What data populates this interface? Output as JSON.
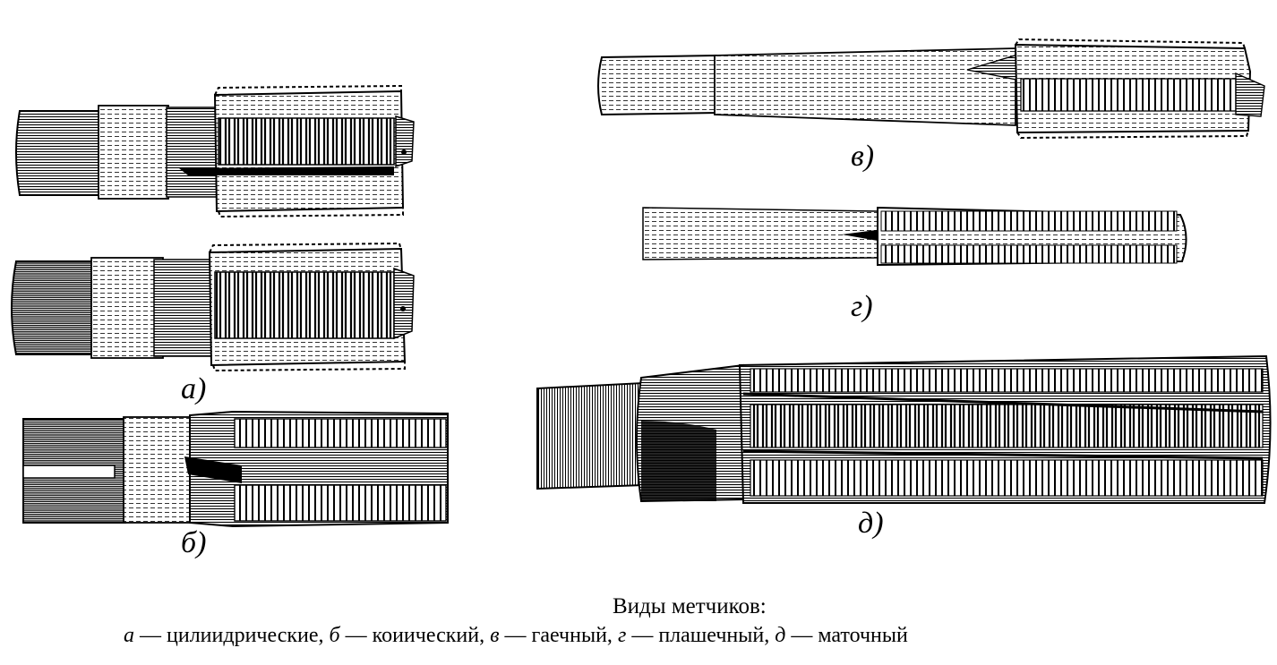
{
  "figure": {
    "labels": {
      "a": "а)",
      "b": "б)",
      "v": "в)",
      "g": "г)",
      "d": "д)"
    },
    "icons": [
      "tap-a-upper",
      "tap-a-lower",
      "tap-b-conical",
      "tap-v-nut",
      "tap-g-die",
      "tap-d-master"
    ]
  },
  "caption": {
    "title": "Виды метчиков:",
    "legend": [
      {
        "letter": "а",
        "text": " — цилиидрические, "
      },
      {
        "letter": "б",
        "text": " — коиический, "
      },
      {
        "letter": "в",
        "text": " — гаечный, "
      },
      {
        "letter": "г",
        "text": " — плашечный, "
      },
      {
        "letter": "д",
        "text": " — маточный"
      }
    ]
  }
}
